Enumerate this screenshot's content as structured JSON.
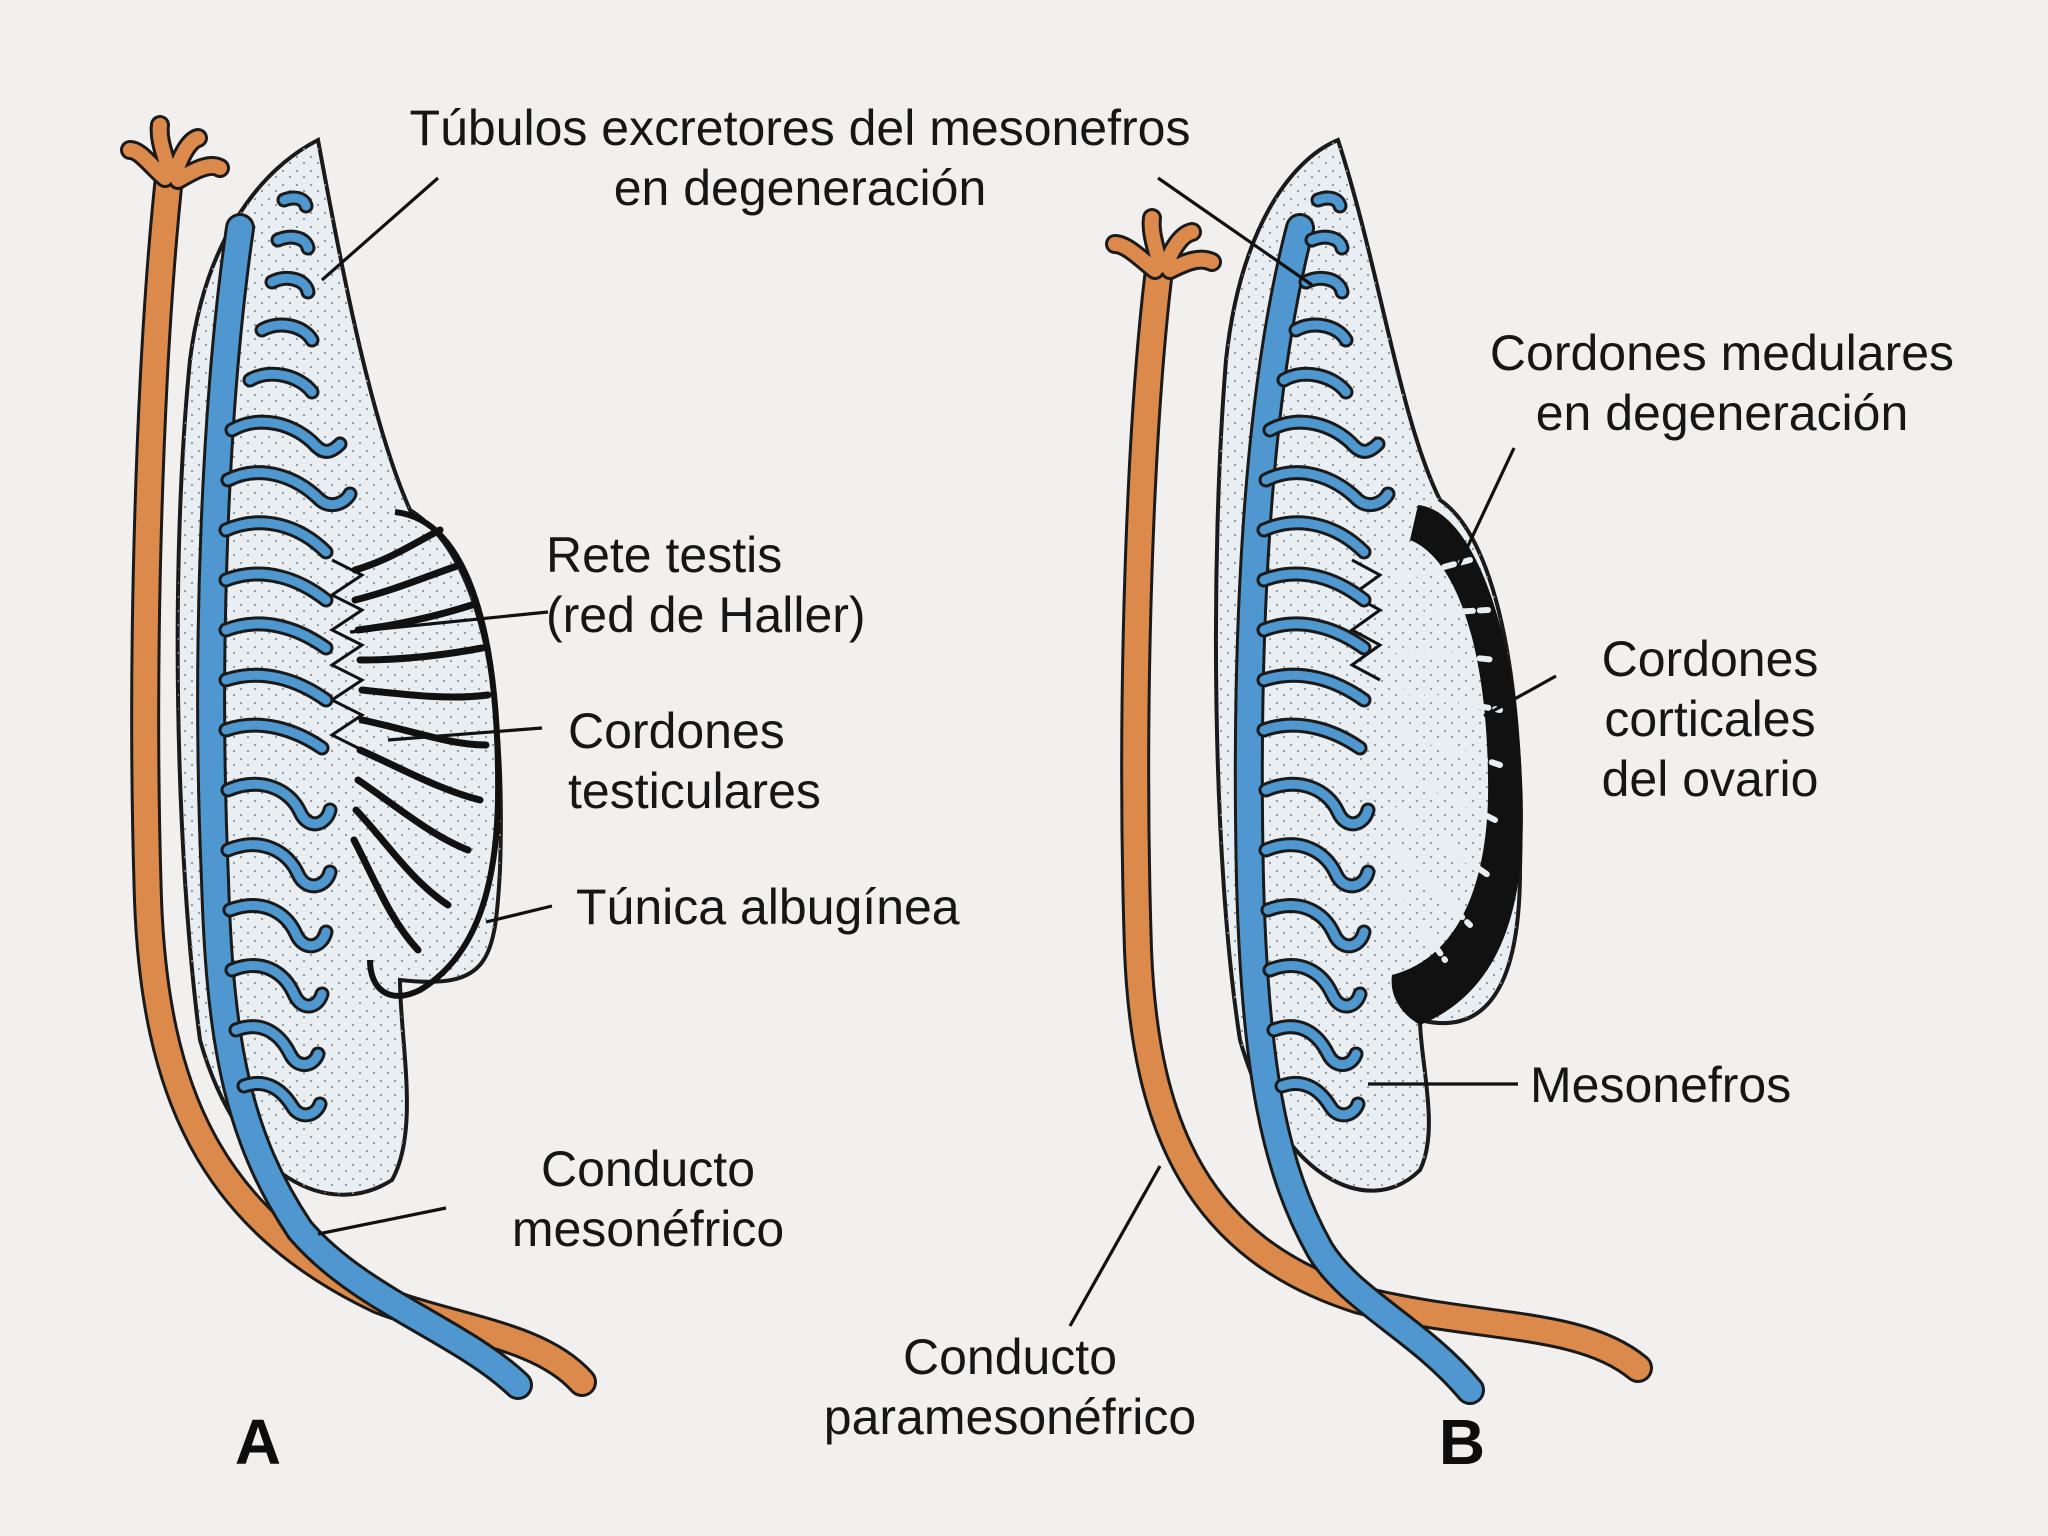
{
  "labels": {
    "tubulos_line1": "Túbulos excretores del mesonefros",
    "tubulos_line2": "en degeneración",
    "rete_line1": "Rete testis",
    "rete_line2": "(red de Haller)",
    "cord_test_line1": "Cordones",
    "cord_test_line2": "testiculares",
    "tunica": "Túnica albugínea",
    "meso_duct_line1": "Conducto",
    "meso_duct_line2": "mesonéfrico",
    "medulares_line1": "Cordones medulares",
    "medulares_line2": "en degeneración",
    "corticales_line1": "Cordones",
    "corticales_line2": "corticales",
    "corticales_line3": "del ovario",
    "mesonefros": "Mesonefros",
    "parameso_line1": "Conducto",
    "parameso_line2": "paramesonéfrico"
  },
  "panels": {
    "a": "A",
    "b": "B"
  },
  "colors": {
    "mesonephric_duct": "#4f97cf",
    "paramesonephric_duct": "#dc8a4c",
    "tissue": "#e9eef2",
    "outline": "#1a1a1a",
    "albuginea": "#111111"
  }
}
